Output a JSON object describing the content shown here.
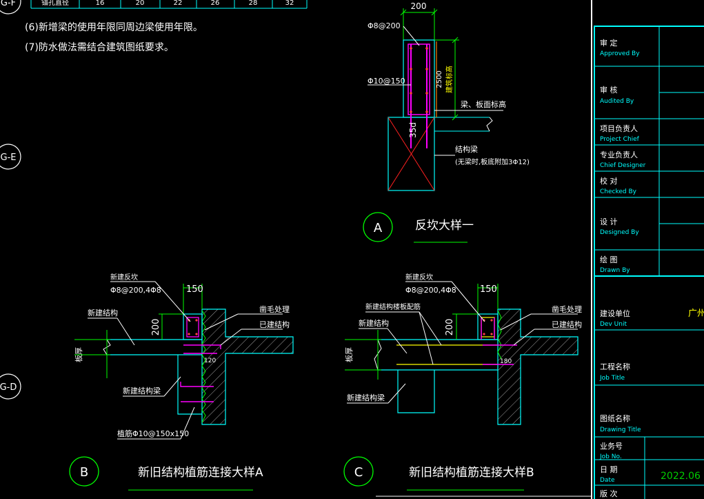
{
  "colors": {
    "background": "#000000",
    "line": "#ffffff",
    "cyan": "#00ffff",
    "green": "#00ff00",
    "magenta": "#ff00ff",
    "red": "#ff2020",
    "yellow": "#ffff00",
    "orange": "#ff8000",
    "dim_green": "#00cc00"
  },
  "top_table_cells": [
    "锚孔直径",
    "16",
    "20",
    "22",
    "26",
    "28",
    "32"
  ],
  "notes": {
    "note6": "(6)新增梁的使用年限同周边梁使用年限。",
    "note7": "(7)防水做法需结合建筑图纸要求。"
  },
  "grid_labels": {
    "gf": "G-F",
    "ge": "G-E",
    "gd": "G-D"
  },
  "detail_a": {
    "bubble": "A",
    "title": "反坎大样一",
    "dim_width": "200",
    "dim_height": "2500",
    "dim_height_note": "建筑标高",
    "rebar_stirrup": "Φ8@200",
    "rebar_vertical": "Φ10@150",
    "anchor": "35d",
    "label_level": "梁、板面标高",
    "label_beam": "结构梁",
    "label_beam_note": "(无梁时,板底附加3Φ12)"
  },
  "detail_b": {
    "bubble": "B",
    "title": "新旧结构植筋连接大样A",
    "new_curb": "新建反坎",
    "curb_rebar": "Φ8@200,4Φ8",
    "dim_width": "150",
    "dim_height": "200",
    "new_structure": "新建结构",
    "slab_thk": "板厚",
    "new_beam": "新建结构梁",
    "plant_rebar": "植筋Φ10@150x150",
    "chisel": "凿毛处理",
    "existing": "已建结构",
    "anchor_len": "120"
  },
  "detail_c": {
    "bubble": "C",
    "title": "新旧结构植筋连接大样B",
    "new_curb": "新建反坎",
    "curb_rebar": "Φ8@200,4Φ8",
    "dim_width": "150",
    "dim_height": "200",
    "slab_rebar": "新建结构楼板配筋",
    "new_structure": "新建结构",
    "slab_thk": "板厚",
    "new_beam": "新建结构梁",
    "chisel": "凿毛处理",
    "existing": "已建结构",
    "anchor_len": "180"
  },
  "title_block": {
    "approved_cn": "审 定",
    "approved_en": "Approved By",
    "audited_cn": "审 核",
    "audited_en": "Audited By",
    "project_chief_cn": "项目负责人",
    "project_chief_en": "Project Chief",
    "chief_designer_cn": "专业负责人",
    "chief_designer_en": "Chief Designer",
    "checked_cn": "校 对",
    "checked_en": "Checked By",
    "designed_cn": "设 计",
    "designed_en": "Designed By",
    "drawn_cn": "绘 图",
    "drawn_en": "Drawn By",
    "dev_unit_cn": "建设单位",
    "dev_unit_en": "Dev Unit",
    "dev_unit_value": "广州",
    "job_title_cn": "工程名称",
    "job_title_en": "Job Title",
    "drawing_title_cn": "图纸名称",
    "drawing_title_en": "Drawing Title",
    "job_no_cn": "业务号",
    "job_no_en": "Job No.",
    "date_cn": "日 期",
    "date_en": "Date",
    "date_value": "2022.06",
    "version_cn": "版 次"
  }
}
